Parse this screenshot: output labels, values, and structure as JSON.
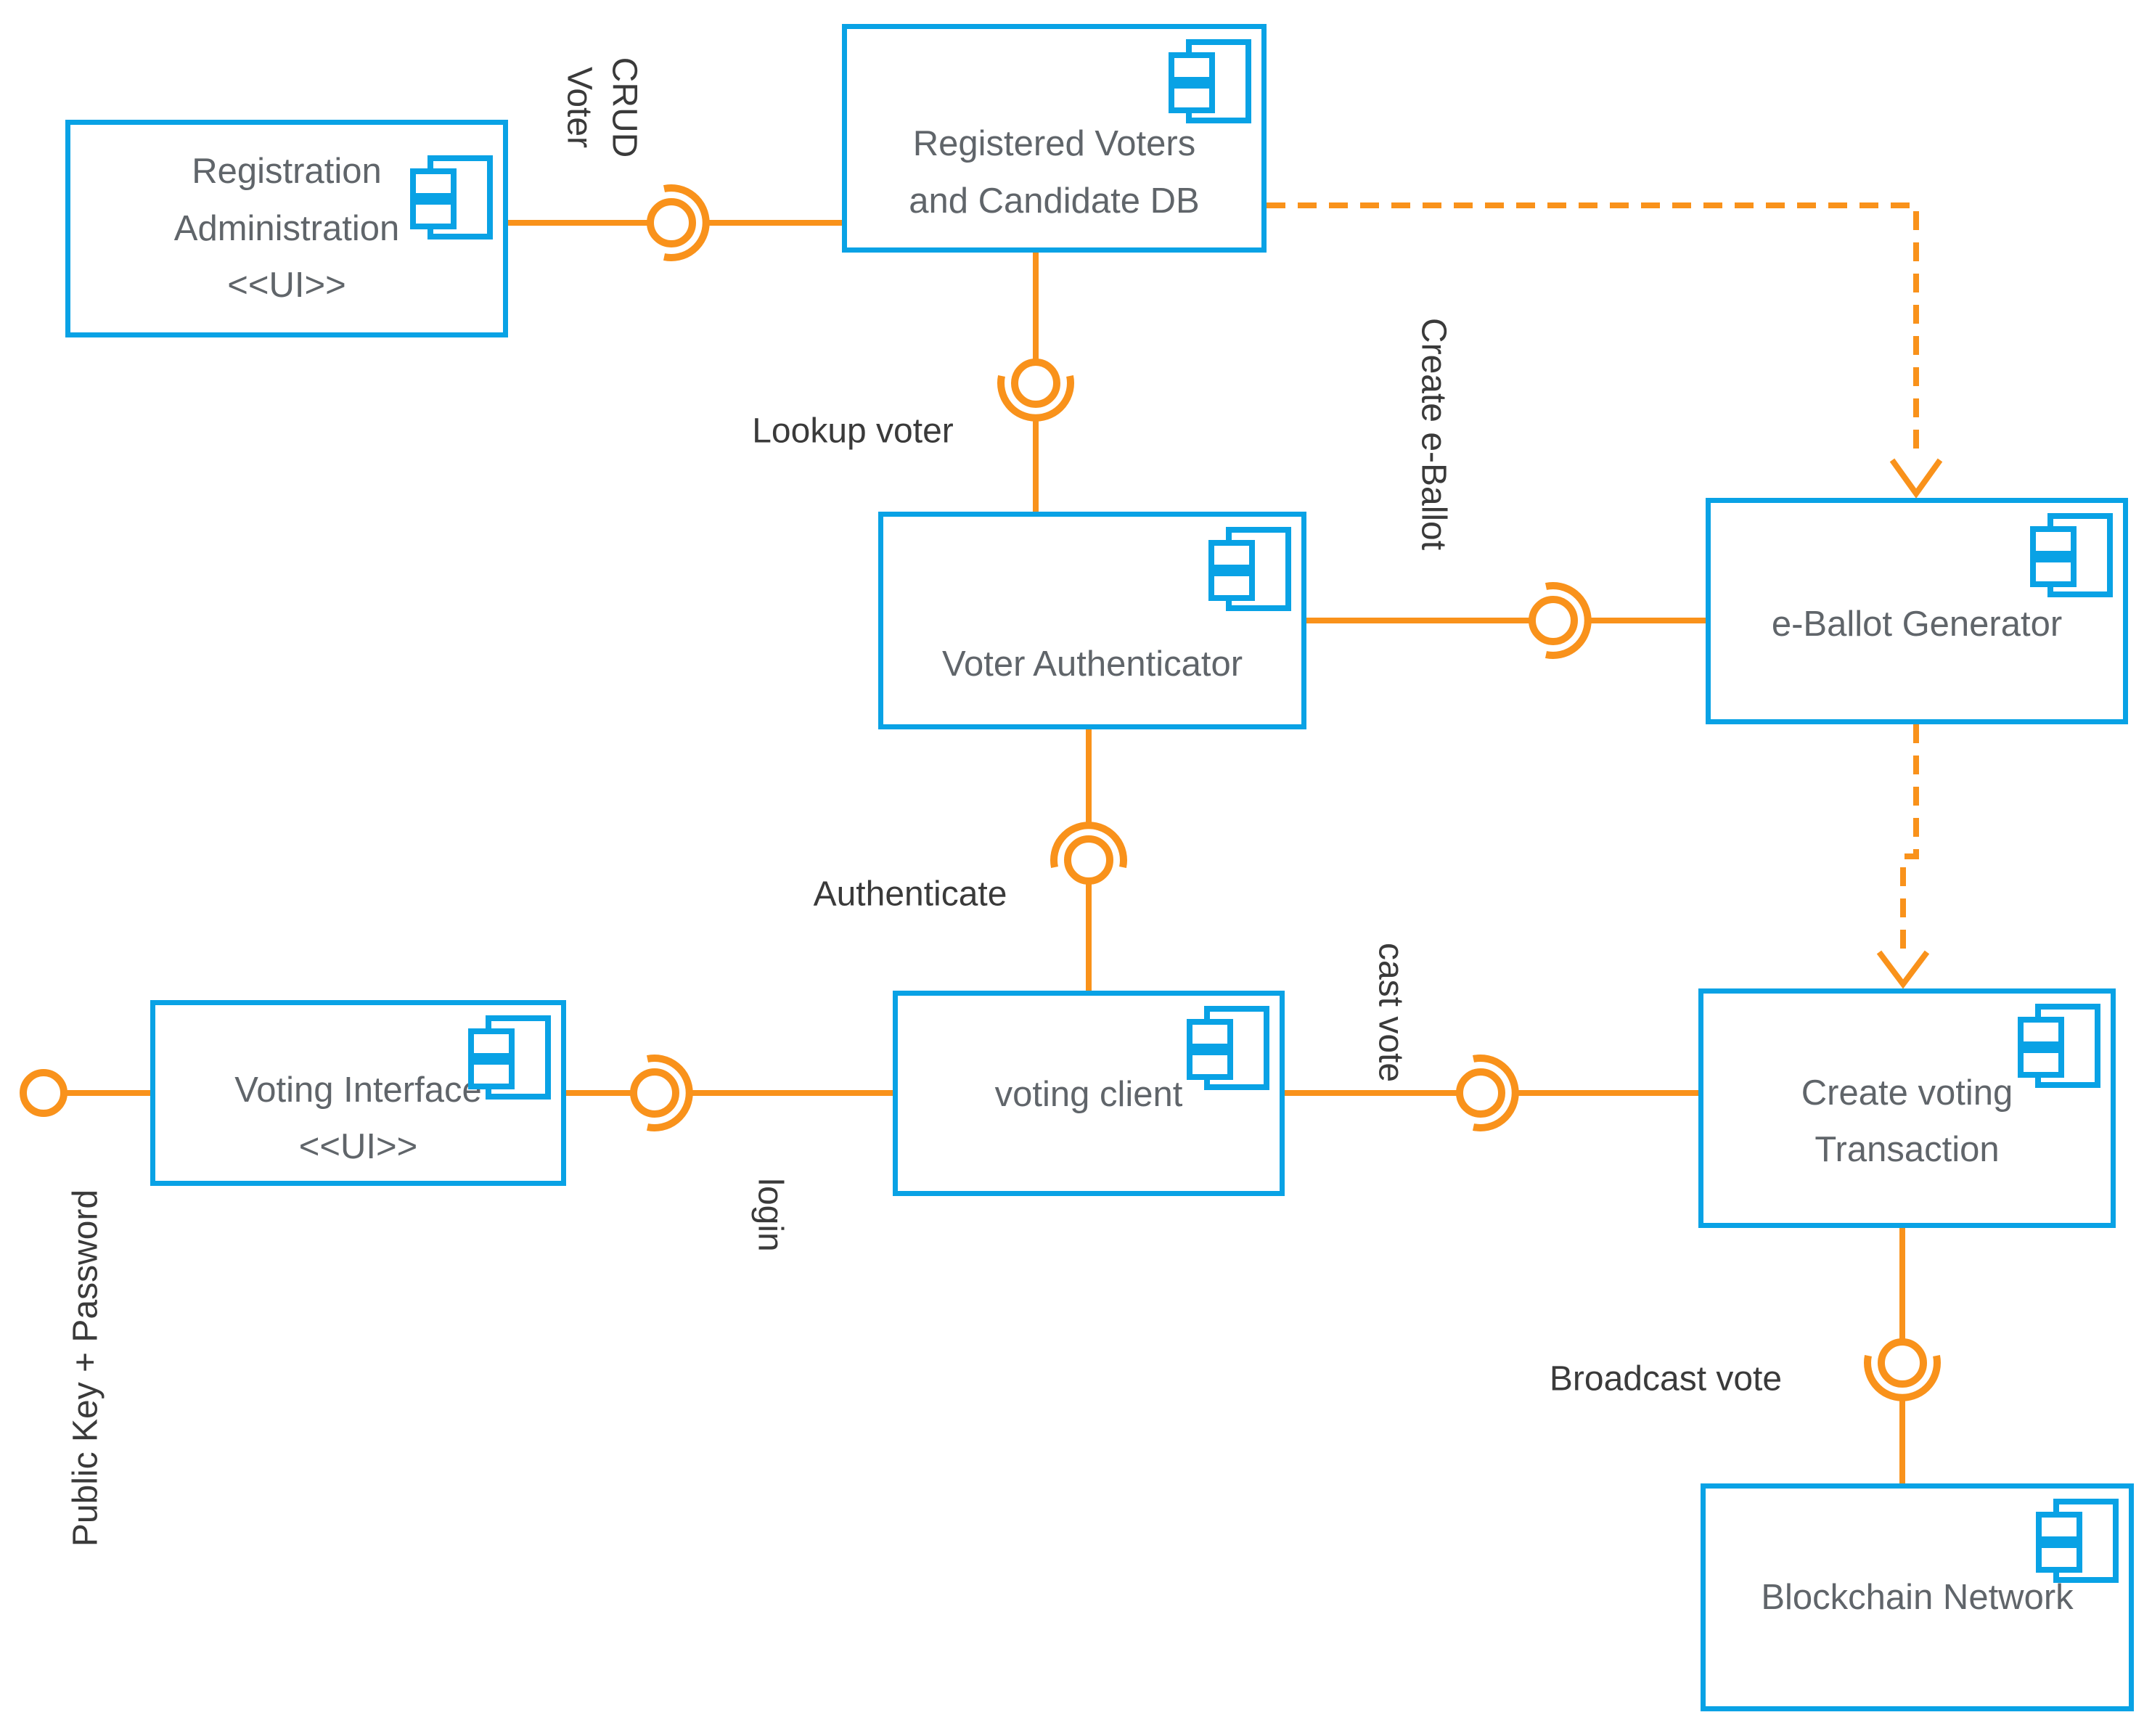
{
  "colors": {
    "component_border": "#09A2E5",
    "connector": "#F9921B",
    "box_label": "#60656A",
    "edge_label": "#3A3A3A",
    "background": "#FFFFFF"
  },
  "components": [
    {
      "name": "registration-administration",
      "lines": [
        "Registration",
        "Administration",
        "<<UI>>"
      ]
    },
    {
      "name": "registered-voters-and-candidate-db",
      "lines": [
        "Registered Voters",
        "and Candidate DB"
      ]
    },
    {
      "name": "voter-authenticator",
      "lines": [
        "Voter Authenticator"
      ]
    },
    {
      "name": "e-ballot-generator",
      "lines": [
        "e-Ballot Generator"
      ]
    },
    {
      "name": "voting-interface",
      "lines": [
        "Voting Interface",
        "<<UI>>"
      ]
    },
    {
      "name": "voting-client",
      "lines": [
        "voting client"
      ]
    },
    {
      "name": "create-voting-transaction",
      "lines": [
        "Create voting",
        "Transaction"
      ]
    },
    {
      "name": "blockchain-network",
      "lines": [
        "Blockchain Network"
      ]
    }
  ],
  "edge_labels": {
    "crud_voter_line1": "CRUD",
    "crud_voter_line2": "Voter",
    "lookup_voter": "Lookup voter",
    "create_e_ballot": "Create e-Ballot",
    "authenticate": "Authenticate",
    "cast_vote": "cast vote",
    "login": "login",
    "public_key_password": "Public Key + Password",
    "broadcast_vote": "Broadcast vote"
  }
}
